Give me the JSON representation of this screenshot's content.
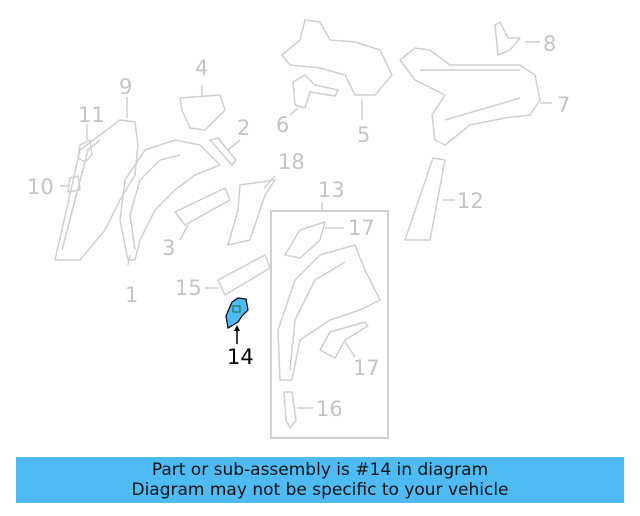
{
  "diagram": {
    "highlighted_part": "14",
    "highlight_color": "#4ebbf5",
    "line_color": "#c8c8c8",
    "labels": [
      {
        "id": "1",
        "text": "1"
      },
      {
        "id": "2",
        "text": "2"
      },
      {
        "id": "3",
        "text": "3"
      },
      {
        "id": "4",
        "text": "4"
      },
      {
        "id": "5",
        "text": "5"
      },
      {
        "id": "6",
        "text": "6"
      },
      {
        "id": "7",
        "text": "7"
      },
      {
        "id": "8",
        "text": "8"
      },
      {
        "id": "9",
        "text": "9"
      },
      {
        "id": "10",
        "text": "10"
      },
      {
        "id": "11",
        "text": "11"
      },
      {
        "id": "12",
        "text": "12"
      },
      {
        "id": "13",
        "text": "13"
      },
      {
        "id": "14",
        "text": "14"
      },
      {
        "id": "15",
        "text": "15"
      },
      {
        "id": "16",
        "text": "16"
      },
      {
        "id": "17a",
        "text": "17"
      },
      {
        "id": "17b",
        "text": "17"
      },
      {
        "id": "18",
        "text": "18"
      }
    ]
  },
  "banner": {
    "line1": "Part or sub-assembly is #14 in diagram",
    "line2": "Diagram may not be specific to your vehicle",
    "background": "#4ebbf5"
  }
}
